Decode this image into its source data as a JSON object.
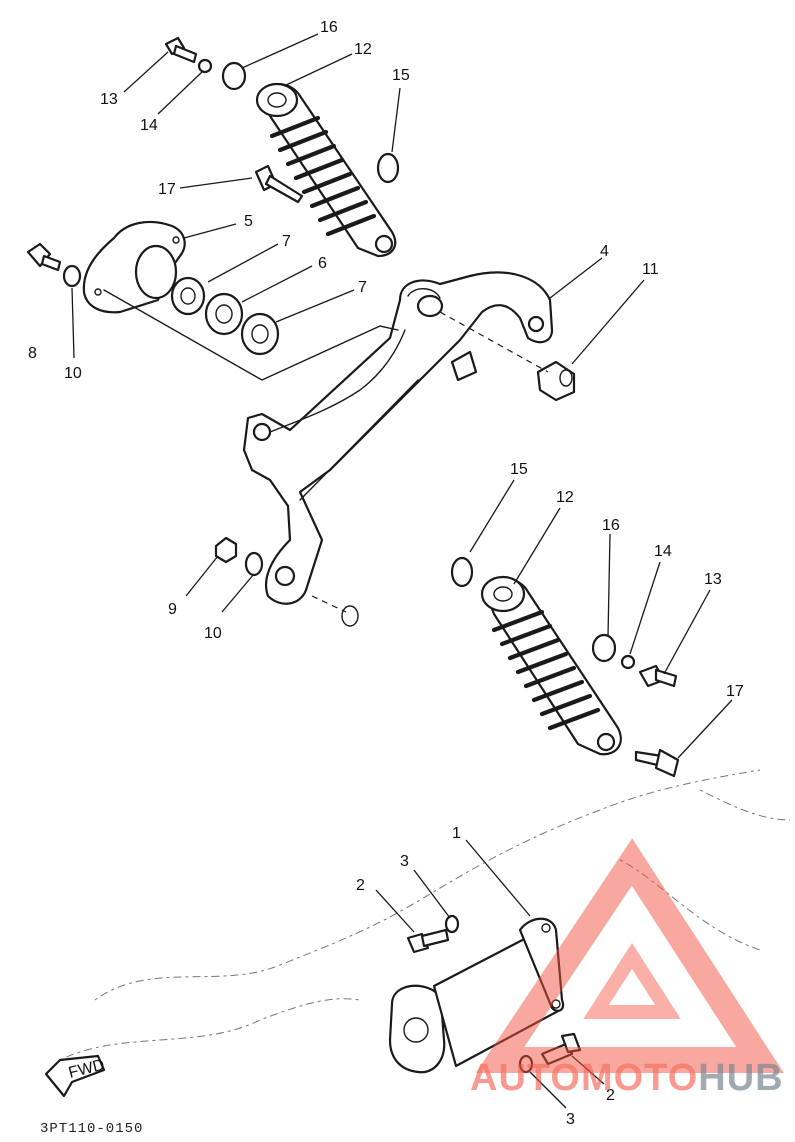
{
  "diagram": {
    "callouts": {
      "c1": "1",
      "c2a": "2",
      "c2b": "2",
      "c3a": "3",
      "c3b": "3",
      "c4": "4",
      "c5": "5",
      "c6": "6",
      "c7a": "7",
      "c7b": "7",
      "c8": "8",
      "c9": "9",
      "c10a": "10",
      "c10b": "10",
      "c11": "11",
      "c12a": "12",
      "c12b": "12",
      "c13a": "13",
      "c13b": "13",
      "c14a": "14",
      "c14b": "14",
      "c15a": "15",
      "c15b": "15",
      "c16a": "16",
      "c16b": "16",
      "c17a": "17",
      "c17b": "17"
    },
    "fwd_label": "FWD",
    "drawing_code": "3PT110-0150"
  },
  "watermark": {
    "brand_text": "AUTOMOTOHUB",
    "accent_color": "#f4503c",
    "secondary_color": "#5e6b78"
  }
}
